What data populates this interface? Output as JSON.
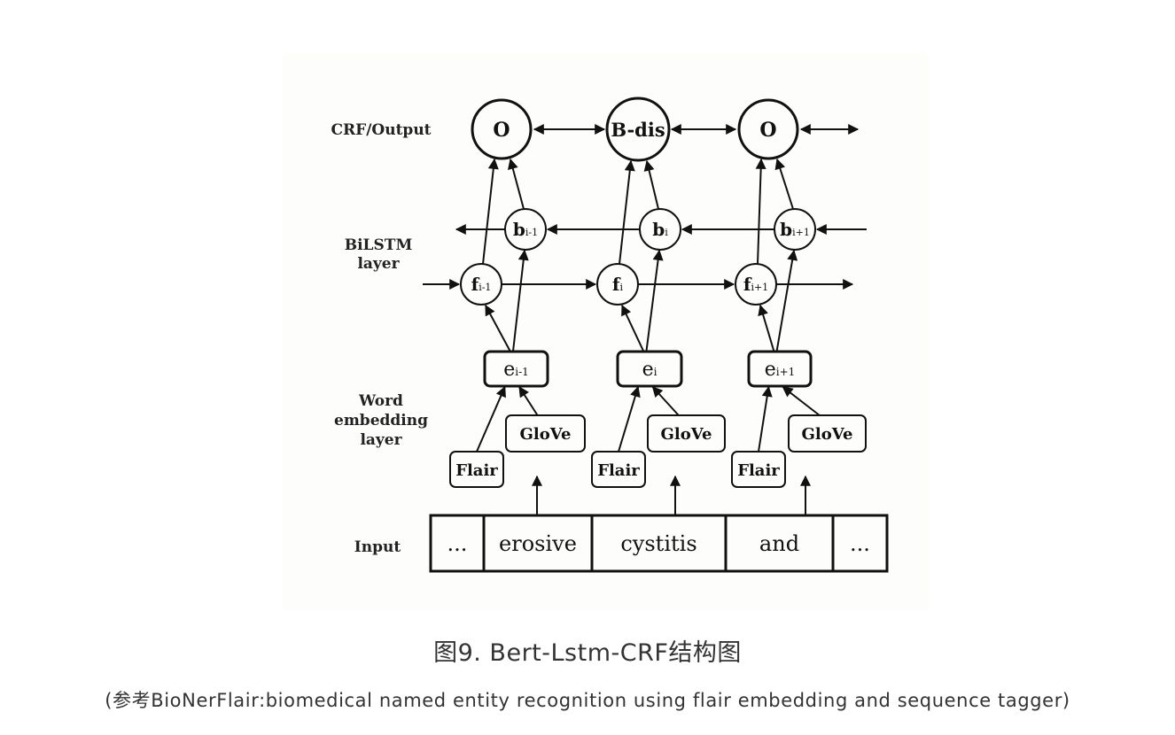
{
  "figure": {
    "layer_labels": {
      "crf": "CRF/Output",
      "bilstm_line1": "BiLSTM",
      "bilstm_line2": "layer",
      "embed_line1": "Word",
      "embed_line2": "embedding",
      "embed_line3": "layer",
      "input": "Input"
    },
    "output_tags": [
      "O",
      "B-dis",
      "O"
    ],
    "backward_nodes": [
      {
        "base": "b",
        "sub": "i-1"
      },
      {
        "base": "b",
        "sub": "i"
      },
      {
        "base": "b",
        "sub": "i+1"
      }
    ],
    "forward_nodes": [
      {
        "base": "f",
        "sub": "i-1"
      },
      {
        "base": "f",
        "sub": "i"
      },
      {
        "base": "f",
        "sub": "i+1"
      }
    ],
    "embedding_nodes": [
      {
        "base": "e",
        "sub": "i-1"
      },
      {
        "base": "e",
        "sub": "i"
      },
      {
        "base": "e",
        "sub": "i+1"
      }
    ],
    "glove_label": "GloVe",
    "flair_label": "Flair",
    "input_tokens": [
      "...",
      "erosive",
      "cystitis",
      "and",
      "..."
    ]
  },
  "caption": {
    "title": "图9. Bert-Lstm-CRF结构图",
    "reference": "(参考BioNerFlair:biomedical named entity recognition using flair embedding and sequence tagger)"
  }
}
